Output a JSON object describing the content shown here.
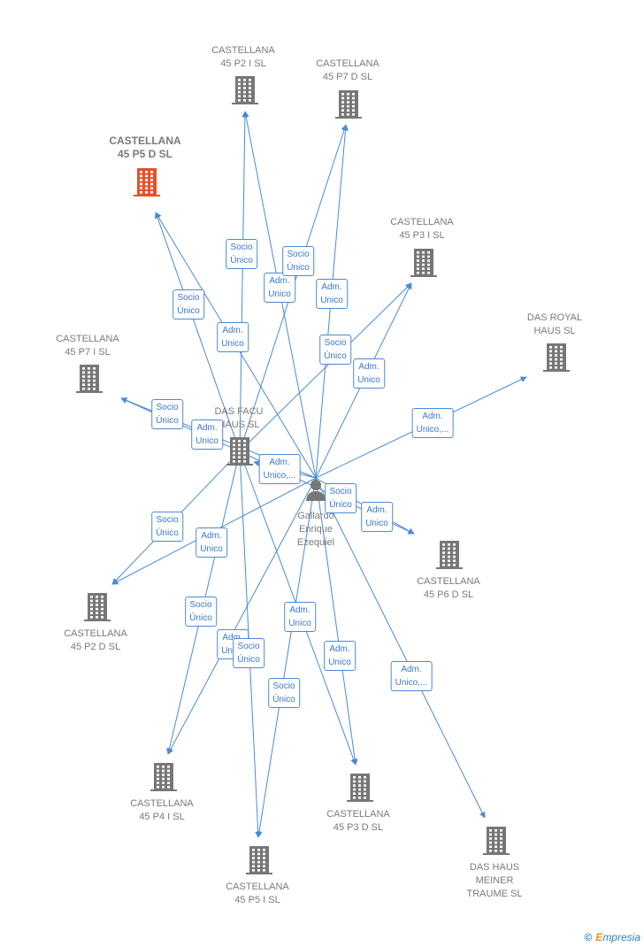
{
  "nodes": [
    {
      "id": "p2i",
      "label": "CASTELLANA\n45 P2 I  SL",
      "type": "building"
    },
    {
      "id": "p7d",
      "label": "CASTELLANA\n45 P7 D  SL",
      "type": "building"
    },
    {
      "id": "p5d",
      "label": "CASTELLANA\n45 P5 D  SL",
      "type": "building",
      "highlight": true
    },
    {
      "id": "p3i",
      "label": "CASTELLANA\n45 P3 I  SL",
      "type": "building"
    },
    {
      "id": "royal",
      "label": "DAS ROYAL\nHAUS  SL",
      "type": "building"
    },
    {
      "id": "p7i",
      "label": "CASTELLANA\n45 P7 I  SL",
      "type": "building"
    },
    {
      "id": "facu",
      "label": "DAS FACU\nHAUS  SL",
      "type": "building"
    },
    {
      "id": "person",
      "label": "Gallardo\nEnrique\nEzequiel",
      "type": "person"
    },
    {
      "id": "p6d",
      "label": "CASTELLANA\n45 P6 D  SL",
      "type": "building"
    },
    {
      "id": "p2d",
      "label": "CASTELLANA\n45 P2 D  SL",
      "type": "building"
    },
    {
      "id": "p4i",
      "label": "CASTELLANA\n45 P4 I  SL",
      "type": "building"
    },
    {
      "id": "p3d",
      "label": "CASTELLANA\n45 P3 D  SL",
      "type": "building"
    },
    {
      "id": "p5i",
      "label": "CASTELLANA\n45 P5 I  SL",
      "type": "building"
    },
    {
      "id": "meiner",
      "label": "DAS HAUS\nMEINER\nTRAUME  SL",
      "type": "building"
    }
  ],
  "edges": [
    {
      "from": "facu",
      "to": "p2i",
      "label": "Socio\nÚnico"
    },
    {
      "from": "person",
      "to": "p2i",
      "label": "Adm.\nUnico"
    },
    {
      "from": "facu",
      "to": "p7d",
      "label": "Socio\nÚnico"
    },
    {
      "from": "person",
      "to": "p7d",
      "label": "Adm.\nUnico"
    },
    {
      "from": "facu",
      "to": "p5d",
      "label": "Socio\nÚnico"
    },
    {
      "from": "person",
      "to": "p5d",
      "label": "Adm.\nUnico"
    },
    {
      "from": "facu",
      "to": "p3i",
      "label": "Socio\nÚnico"
    },
    {
      "from": "person",
      "to": "p3i",
      "label": "Adm.\nUnico"
    },
    {
      "from": "person",
      "to": "royal",
      "label": "Adm.\nUnico,..."
    },
    {
      "from": "facu",
      "to": "p7i",
      "label": "Socio\nÚnico"
    },
    {
      "from": "person",
      "to": "p7i",
      "label": "Adm.\nUnico"
    },
    {
      "from": "person",
      "to": "facu",
      "label": "Adm.\nUnico,..."
    },
    {
      "from": "facu",
      "to": "p6d",
      "label": "Socio\nÚnico"
    },
    {
      "from": "person",
      "to": "p6d",
      "label": "Adm.\nUnico"
    },
    {
      "from": "facu",
      "to": "p2d",
      "label": "Socio\nÚnico"
    },
    {
      "from": "person",
      "to": "p2d",
      "label": "Adm.\nUnico"
    },
    {
      "from": "facu",
      "to": "p4i",
      "label": "Socio\nÚnico"
    },
    {
      "from": "person",
      "to": "p4i",
      "label": "Adm.\nUnico"
    },
    {
      "from": "facu",
      "to": "p5i",
      "label": "Socio\nÚnico"
    },
    {
      "from": "person",
      "to": "p5i",
      "label": "Adm.\nUnico"
    },
    {
      "from": "facu",
      "to": "p3d",
      "label": "Socio\nÚnico"
    },
    {
      "from": "person",
      "to": "p3d",
      "label": "Adm.\nUnico"
    },
    {
      "from": "person",
      "to": "meiner",
      "label": "Adm.\nUnico,..."
    }
  ],
  "colors": {
    "edge": "#4a8ad8",
    "building": "#777777",
    "highlight": "#e8512a",
    "person": "#777777"
  },
  "brand": {
    "symbol": "©",
    "initial": "E",
    "rest": "mpresia"
  }
}
